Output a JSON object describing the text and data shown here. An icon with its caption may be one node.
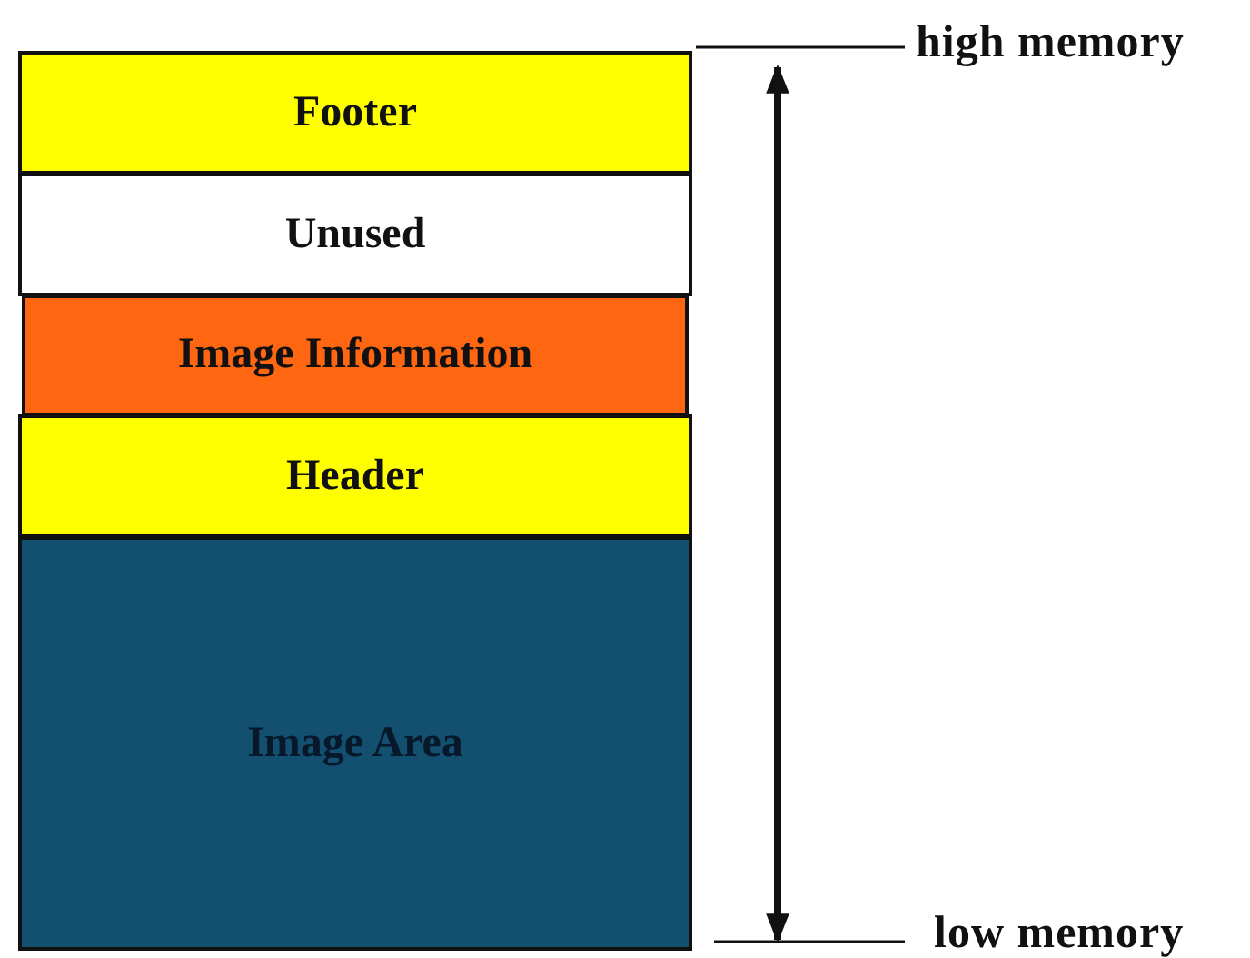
{
  "diagram": {
    "nodes": [
      {
        "text": [
          "Footer"
        ]
      },
      {
        "text": [
          "Unused"
        ]
      },
      {
        "text": [
          "Image Information"
        ]
      },
      {
        "text": [
          "Header"
        ]
      },
      {
        "text": [
          "Image Area"
        ]
      }
    ],
    "labels": [
      "high memory",
      "low memory"
    ]
  }
}
